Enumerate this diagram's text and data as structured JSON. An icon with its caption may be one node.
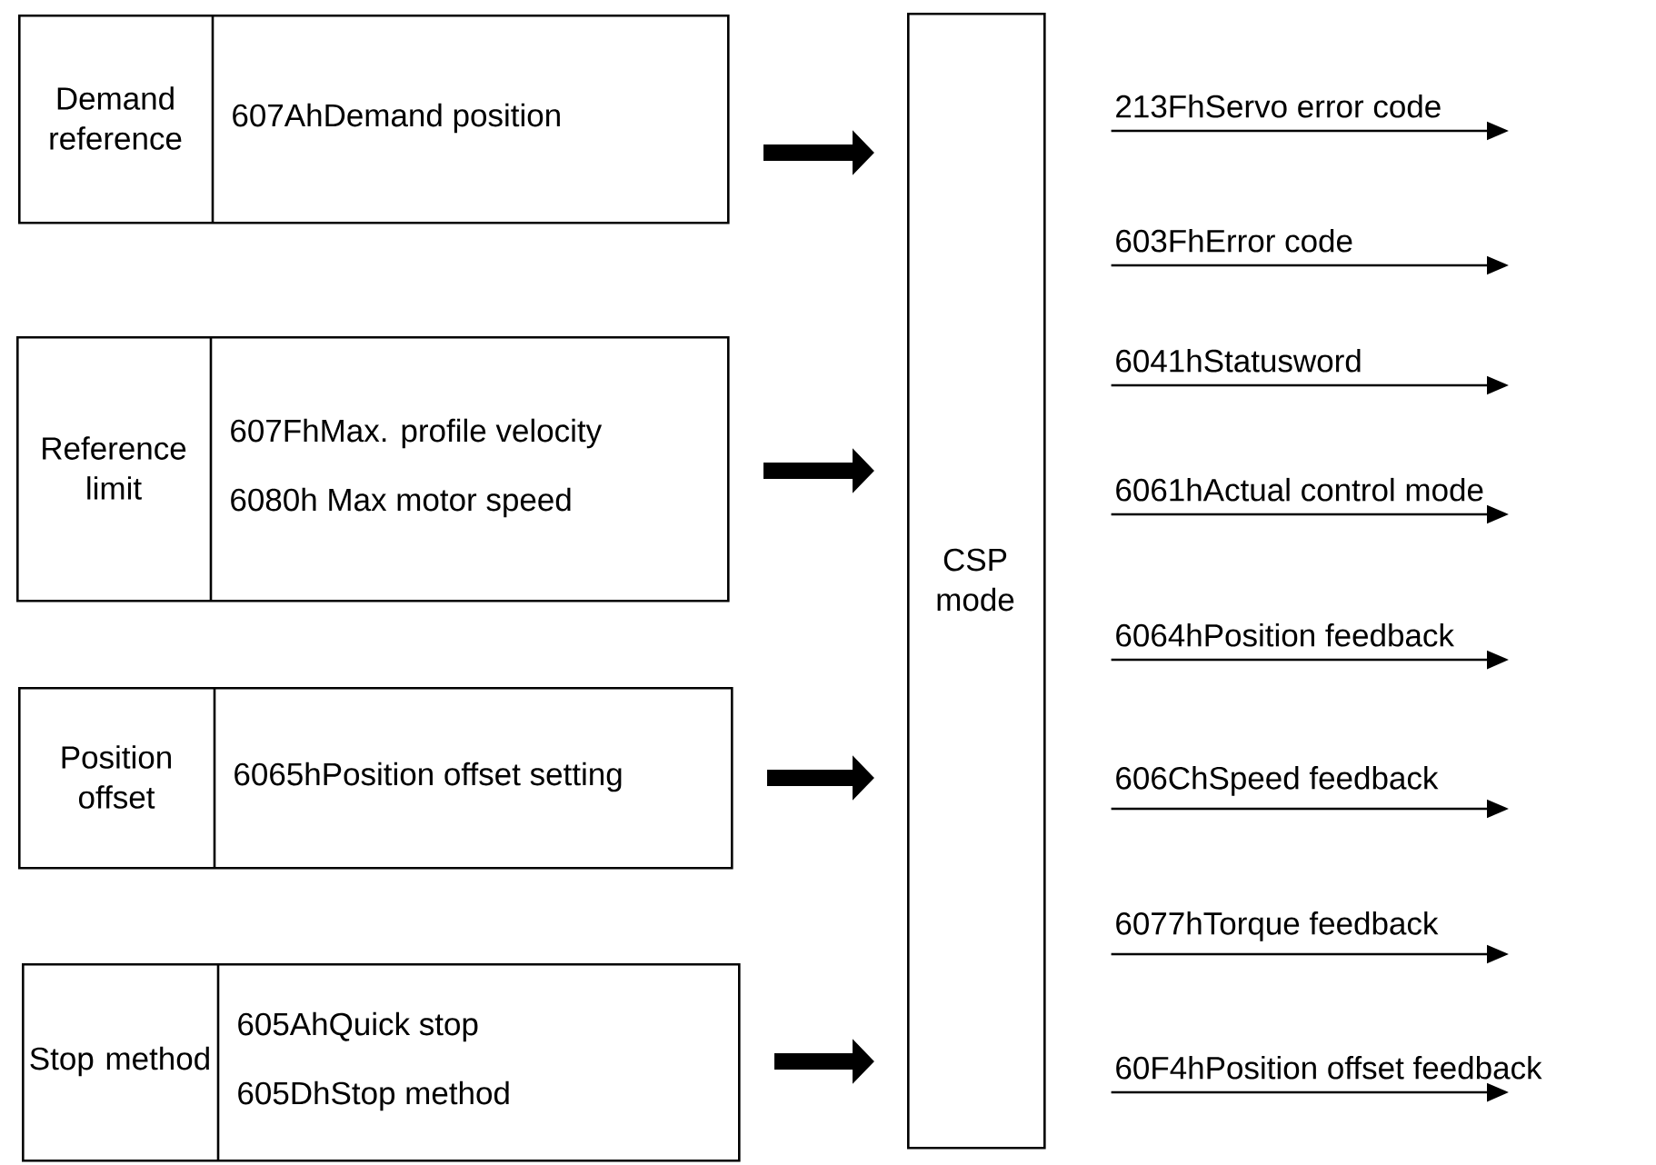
{
  "diagram": {
    "nodes": [
      {
        "text": [
          "Demand reference",
          "607AhDemand position"
        ]
      },
      {
        "text": [
          "Reference limit",
          "607FhMax. profile velocity",
          "6080h Max motor speed"
        ]
      },
      {
        "text": [
          "Position offset",
          "6065hPosition offset setting"
        ]
      },
      {
        "text": [
          "Stop method",
          "605AhQuick stop",
          "605DhStop method"
        ]
      },
      {
        "text": [
          "CSP mode"
        ]
      }
    ],
    "edges": [
      {
        "from": 0,
        "to": 4,
        "arrow": "to",
        "style": "thick"
      },
      {
        "from": 1,
        "to": 4,
        "arrow": "to",
        "style": "thick"
      },
      {
        "from": 2,
        "to": 4,
        "arrow": "to",
        "style": "thick"
      },
      {
        "from": 3,
        "to": 4,
        "arrow": "to",
        "style": "thick"
      },
      {
        "from": 4,
        "to": null,
        "arrow": "to",
        "label": "213FhServo error code"
      },
      {
        "from": 4,
        "to": null,
        "arrow": "to",
        "label": "603FhError code"
      },
      {
        "from": 4,
        "to": null,
        "arrow": "to",
        "label": "6041hStatusword"
      },
      {
        "from": 4,
        "to": null,
        "arrow": "to",
        "label": "6061hActual control mode"
      },
      {
        "from": 4,
        "to": null,
        "arrow": "to",
        "label": "6064hPosition feedback"
      },
      {
        "from": 4,
        "to": null,
        "arrow": "to",
        "label": "606ChSpeed feedback"
      },
      {
        "from": 4,
        "to": null,
        "arrow": "to",
        "label": "6077hTorque feedback"
      },
      {
        "from": 4,
        "to": null,
        "arrow": "to",
        "label": "60F4hPosition offset feedback"
      }
    ]
  }
}
